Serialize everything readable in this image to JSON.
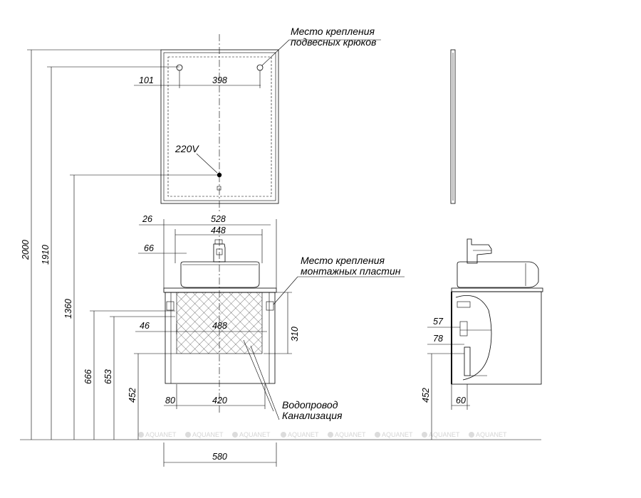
{
  "labels": {
    "hook_note": [
      "Место крепления",
      "подвесных крюков"
    ],
    "plate_note": [
      "Место крепления",
      "монтажных пластин"
    ],
    "pipe_note": [
      "Водопровод",
      "Канализация"
    ],
    "voltage": "220V"
  },
  "dimensions": {
    "height_total": "2000",
    "height_hooks": "1910",
    "height_power": "1360",
    "height_cabinet_top": "666",
    "height_cabinet_inner": "653",
    "height_cabinet_bottom": "452",
    "mirror_hook_offset": "101",
    "mirror_hook_spacing": "398",
    "top_overhang": "26",
    "countertop_width": "528",
    "basin_width": "448",
    "faucet_offset": "66",
    "cabinet_side_offset": "46",
    "cabinet_inner_width": "488",
    "cabinet_height": "310",
    "pipe_offset": "80",
    "pipe_spacing": "420",
    "overall_width": "580",
    "side_offset_57": "57",
    "side_offset_78": "78",
    "side_height_452": "452",
    "side_depth_60": "60"
  },
  "watermark": "AQUANET"
}
